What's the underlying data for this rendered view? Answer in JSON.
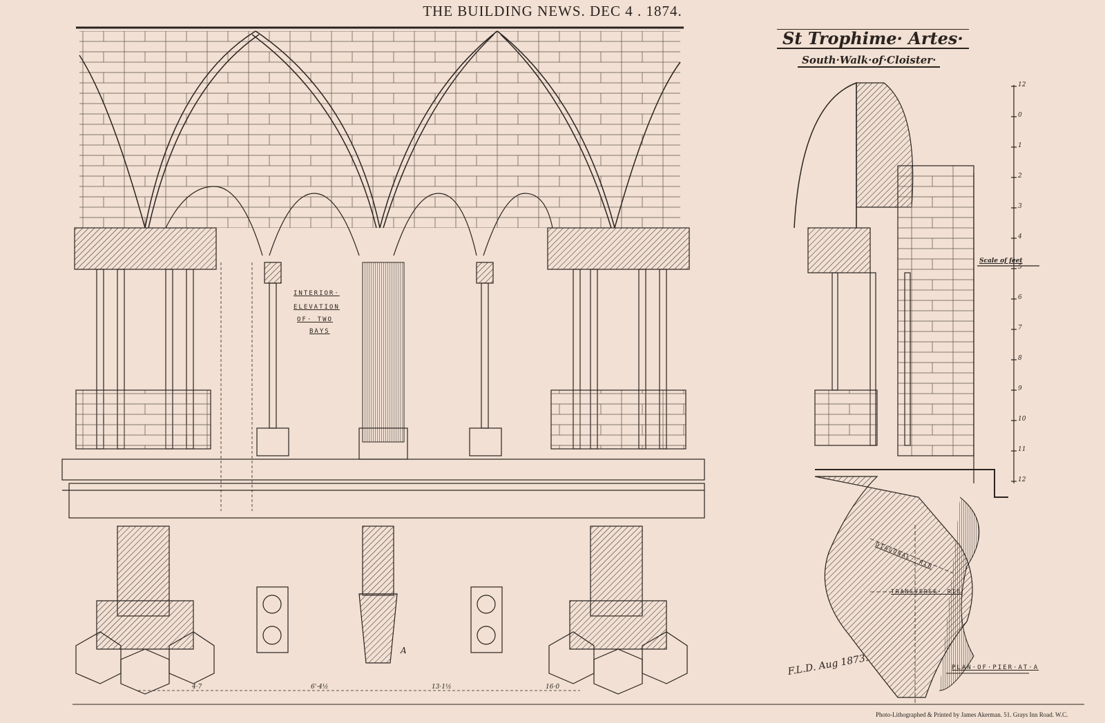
{
  "header": {
    "publication": "THE BUILDING NEWS. DEC 4 . 1874."
  },
  "title": {
    "main": "St Trophime· Artes·",
    "sub": "South·Walk·of·Cloister·"
  },
  "elevation_label": [
    "INTERIOR·",
    "ELEVATION",
    "OF· TWO",
    "BAYS"
  ],
  "dimensions": [
    "4·7",
    "6'·4½",
    "13·1½",
    "16·0"
  ],
  "scale": {
    "label": "Scale of feet",
    "ticks": [
      "12",
      "0",
      "1",
      "2",
      "3",
      "4",
      "5",
      "6",
      "7",
      "8",
      "9",
      "10",
      "11",
      "12"
    ]
  },
  "plan_labels": {
    "diagonal": "DIAGONAL· RIB",
    "transverse": "TRANSVERSE· RIB",
    "plan": "PLAN·OF·PIER·AT·A",
    "marker": "A"
  },
  "signature": "F.L.D. Aug 1873.",
  "footer": "Photo-Lithographed & Printed by James Akerman. 51. Grays Inn Road. W.C.",
  "colors": {
    "paper": "#f1e0d3",
    "ink": "#2a2320"
  }
}
